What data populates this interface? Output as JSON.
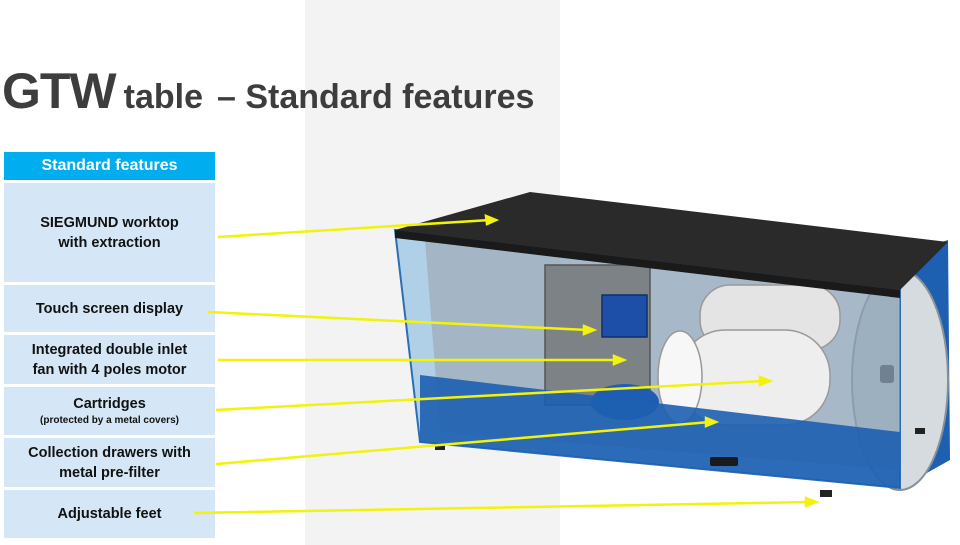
{
  "title": {
    "main": "GTW",
    "secondary": "table",
    "rest": "– Standard features"
  },
  "table": {
    "header": "Standard features",
    "rows": [
      {
        "line1": "SIEGMUND worktop",
        "line2": "with extraction"
      },
      {
        "line1": "Touch screen display"
      },
      {
        "line1": "Integrated double inlet",
        "line2": "fan with 4 poles motor"
      },
      {
        "line1": "Cartridges",
        "note": "(protected by a metal covers)"
      },
      {
        "line1": "Collection drawers with",
        "line2": "metal pre-filter"
      },
      {
        "line1": "Adjustable  feet"
      }
    ]
  },
  "colors": {
    "title": "#3d3d3d",
    "header_bg": "#00aeef",
    "row_bg": "#d5e7f6",
    "callout_line": "#f2f20a",
    "body_blue": "#1d5fb0",
    "worktop": "#2a2a2a"
  }
}
